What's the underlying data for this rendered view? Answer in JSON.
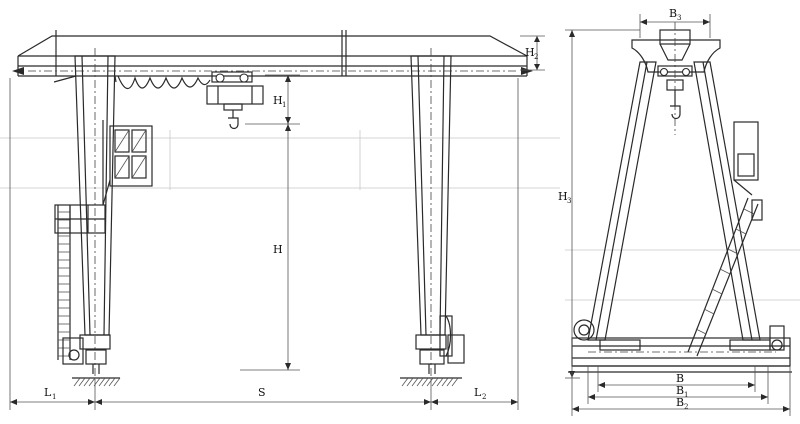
{
  "dimensions": {
    "span": "S",
    "lifting_height": "H",
    "hook_approach": "H",
    "hook_approach_sub": "1",
    "top_height": "H",
    "top_height_sub": "2",
    "total_height": "H",
    "total_height_sub": "3",
    "cantilever_left": "L",
    "cantilever_left_sub": "1",
    "cantilever_right": "L",
    "cantilever_right_sub": "2",
    "wheel_base": "B",
    "base_width": "B",
    "base_width_sub": "1",
    "overall_width": "B",
    "overall_width_sub": "2",
    "top_width": "B",
    "top_width_sub": "3"
  }
}
